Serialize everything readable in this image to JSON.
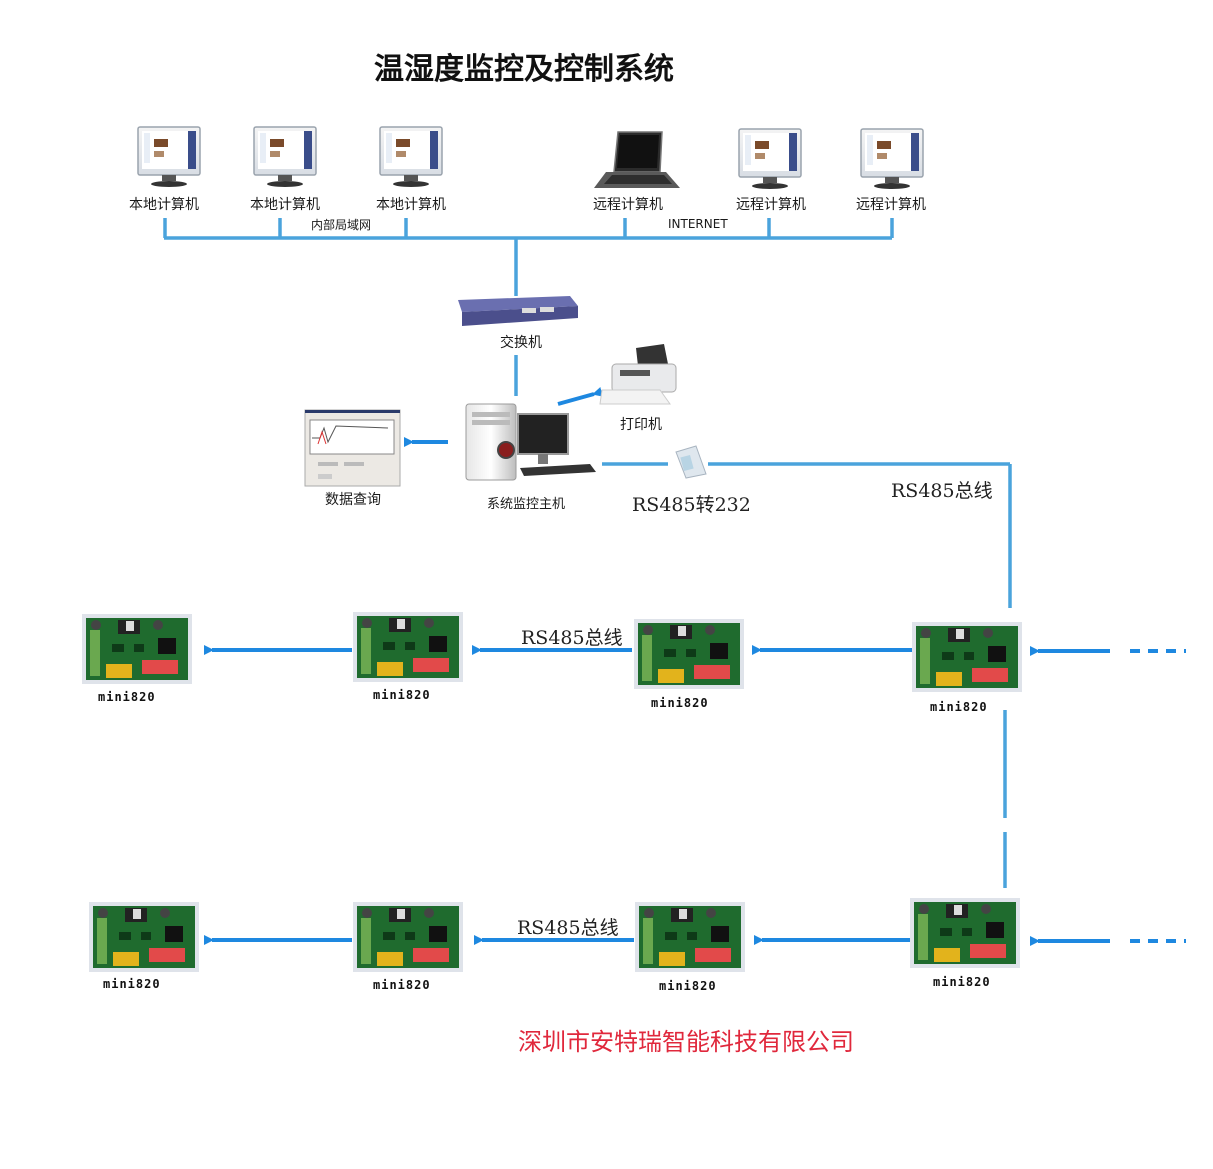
{
  "title": "温湿度监控及控制系统",
  "colors": {
    "line": "#4aa3dc",
    "arrow": "#1e88e0",
    "company": "#e0283c",
    "pcb_green": "#1f6b2e",
    "switch_blue": "#4b4f8c"
  },
  "network": {
    "local_label": "内部局域网",
    "internet_label": "INTERNET",
    "local_computers": [
      {
        "label": "本地计算机",
        "icon": "monitor-icon"
      },
      {
        "label": "本地计算机",
        "icon": "monitor-icon"
      },
      {
        "label": "本地计算机",
        "icon": "monitor-icon"
      }
    ],
    "remote_computers": [
      {
        "label": "远程计算机",
        "icon": "laptop-icon"
      },
      {
        "label": "远程计算机",
        "icon": "monitor-icon"
      },
      {
        "label": "远程计算机",
        "icon": "monitor-icon"
      }
    ]
  },
  "center": {
    "switch_label": "交换机",
    "printer_label": "打印机",
    "host_label": "系统监控主机",
    "query_label": "数据查询",
    "converter_label": "RS485转232",
    "bus_label_top": "RS485总线"
  },
  "bus_rows": [
    {
      "bus_label": "RS485总线",
      "devices": [
        {
          "label": "mini820"
        },
        {
          "label": "mini820"
        },
        {
          "label": "mini820"
        },
        {
          "label": "mini820"
        }
      ]
    },
    {
      "bus_label": "RS485总线",
      "devices": [
        {
          "label": "mini820"
        },
        {
          "label": "mini820"
        },
        {
          "label": "mini820"
        },
        {
          "label": "mini820"
        }
      ]
    }
  ],
  "company": "深圳市安特瑞智能科技有限公司"
}
